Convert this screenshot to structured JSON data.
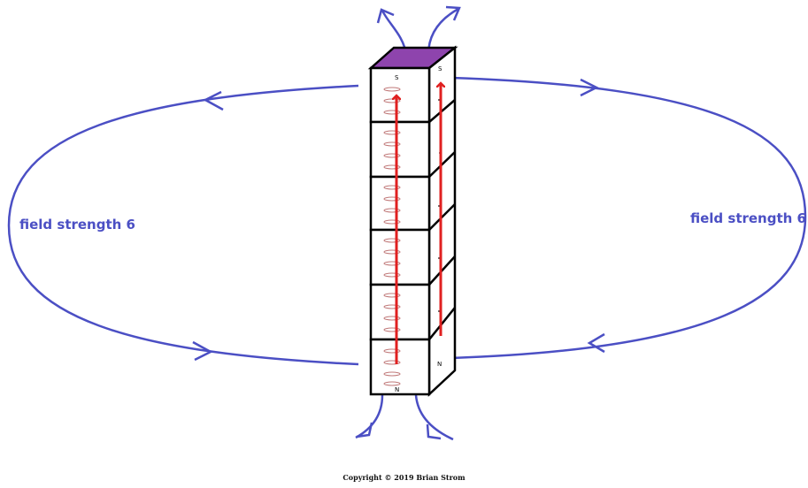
{
  "labels": {
    "left_field": "field strength  6",
    "right_field": "field strength  6",
    "top_front_pole": "S",
    "top_side_pole": "S",
    "bottom_front_pole": "N",
    "bottom_side_pole": "N",
    "copyright": "Copyright ©   2019 Brian Strom"
  },
  "colors": {
    "field_lines": "#4b4fc4",
    "magnet_arrow": "#e02020",
    "magnet_top": "#8e44ad",
    "outline": "#000000",
    "domain_loops": "#c07878"
  },
  "magnet": {
    "stacked_segments": 6
  }
}
